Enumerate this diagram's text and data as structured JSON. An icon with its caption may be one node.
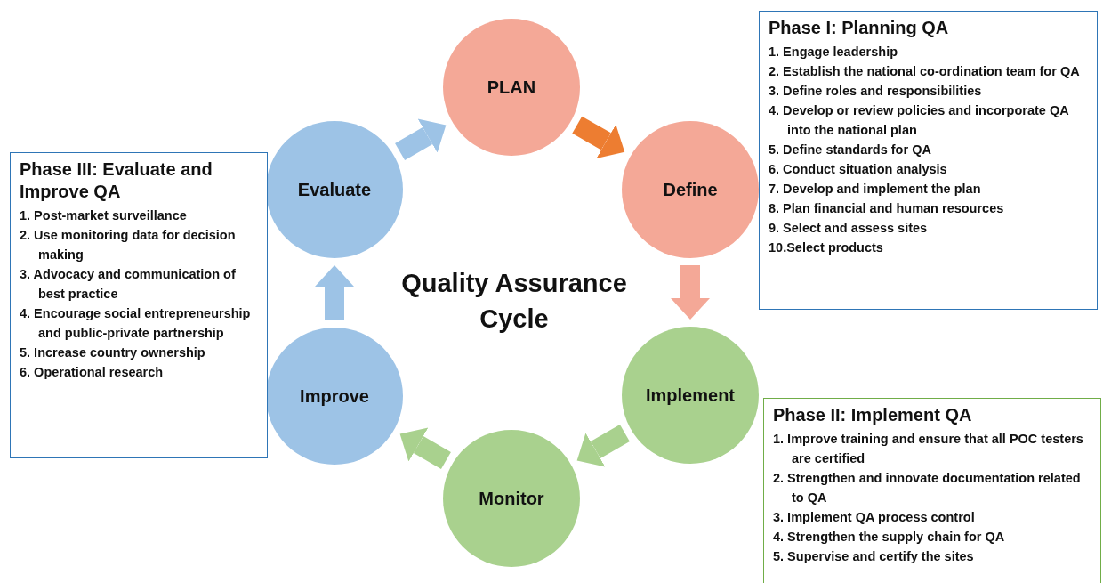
{
  "diagram": {
    "title": "Quality Assurance Cycle",
    "nodes": [
      {
        "text": [
          "PLAN"
        ]
      },
      {
        "text": [
          "Define"
        ]
      },
      {
        "text": [
          "Implement"
        ]
      },
      {
        "text": [
          "Monitor"
        ]
      },
      {
        "text": [
          "Improve"
        ]
      },
      {
        "text": [
          "Evaluate"
        ]
      },
      {
        "text": [
          "Phase I: Planning QA",
          "1. Engage leadership",
          "2. Establish the national co-ordination team for QA",
          "3. Define roles and responsibilities",
          "4. Develop or review policies and incorporate QA into the national plan",
          "5. Define standards for QA",
          "6. Conduct situation analysis",
          "7. Develop and implement the plan",
          "8. Plan financial and human resources",
          "9. Select and assess sites",
          "10.Select products"
        ]
      },
      {
        "text": [
          "Phase II: Implement QA",
          "1. Improve training and ensure that all POC testers are certified",
          "2. Strengthen and innovate documentation related to QA",
          "3. Implement QA process control",
          "4. Strengthen the supply chain for QA",
          "5. Supervise and certify the sites"
        ]
      },
      {
        "text": [
          "Phase III: Evaluate and Improve QA",
          "1. Post-market surveillance",
          "2. Use monitoring data for decision making",
          "3. Advocacy and communication of best practice",
          "4. Encourage social entrepreneurship and public-private partnership",
          "5. Increase country ownership",
          "6. Operational research"
        ]
      }
    ],
    "edges": [
      {
        "from": 0,
        "to": 1,
        "arrow": "to",
        "color": "#ed7d31"
      },
      {
        "from": 1,
        "to": 2,
        "arrow": "to",
        "color": "#f4a897"
      },
      {
        "from": 2,
        "to": 3,
        "arrow": "to",
        "color": "#a9d18e"
      },
      {
        "from": 3,
        "to": 4,
        "arrow": "to",
        "color": "#a9d18e"
      },
      {
        "from": 4,
        "to": 5,
        "arrow": "to",
        "color": "#9dc3e6"
      },
      {
        "from": 5,
        "to": 0,
        "arrow": "to",
        "color": "#9dc3e6"
      }
    ]
  }
}
